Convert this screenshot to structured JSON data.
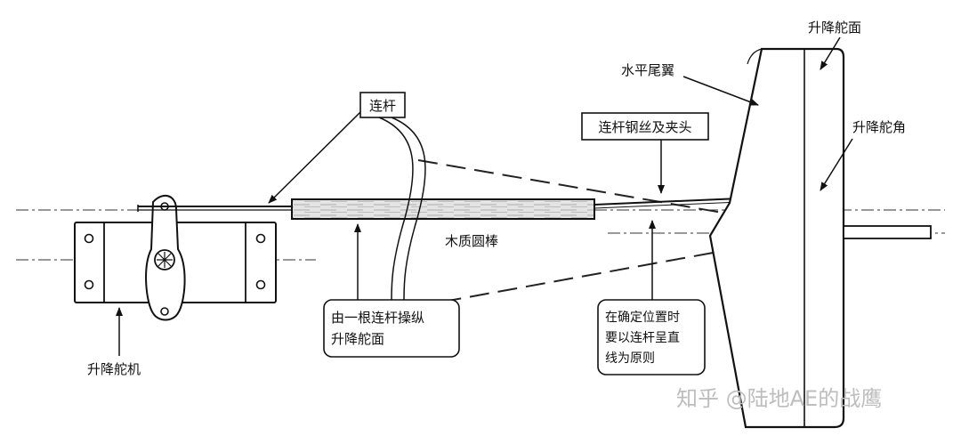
{
  "labels": {
    "servo": "升降舵机",
    "linkage": "连杆",
    "wood_rod": "木质圆棒",
    "single_rod_line1": "由一根连杆操纵",
    "single_rod_line2": "升降舵面",
    "straight_line1": "在确定位置时",
    "straight_line2": "要以连杆呈直",
    "straight_line3": "线为原则",
    "pushrod_wire": "连杆钢丝及夹头",
    "stabilizer": "水平尾翼",
    "elevator_surface": "升降舵面",
    "elevator_horn": "升降舵角"
  },
  "watermark": "知乎 @陆地AE的战鹰"
}
